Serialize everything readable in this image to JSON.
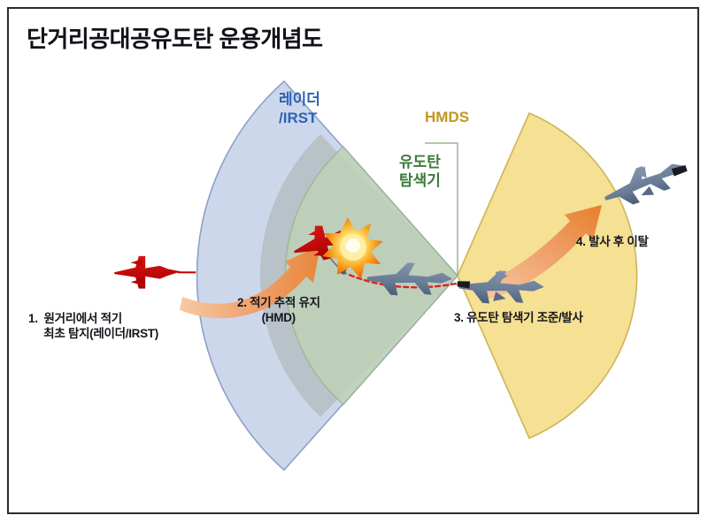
{
  "title": "단거리공대공유도탄 운용개념도",
  "sector_labels": {
    "radar": "레이더\n/IRST",
    "hmds": "HMDS",
    "seeker": "유도탄\n탐색기"
  },
  "steps": [
    {
      "id": 1,
      "text": "1.  원거리에서 적기\n     최초 탐지(레이더/IRST)"
    },
    {
      "id": 2,
      "text": "2. 적기 추적 유지\n        (HMD)"
    },
    {
      "id": 3,
      "text": "3. 유도탄 탐색기 조준/발사"
    },
    {
      "id": 4,
      "text": "4. 발사 후 이탈"
    }
  ],
  "colors": {
    "radar_fill": "#CBD5EC",
    "radar_stroke": "#8A9BC4",
    "hmds_fill": "#F5DE8C",
    "hmds_stroke": "#CBAE4A",
    "seeker_fill": "#CCDCC4",
    "seeker_stroke": "#9BB494",
    "gray_fill": "#B9BDB2",
    "enemy_aircraft": "#C00000",
    "friendly_aircraft": "#6B7E96",
    "arrow_orange": "#E8863C",
    "trajectory_red": "#E02020",
    "trajectory_gray": "#7A7A7A",
    "explosion_outer": "#F28411",
    "explosion_inner": "#FFE47A",
    "frame_border": "#2B2B33",
    "title_text": "#111118",
    "radar_text": "#2C63B5",
    "hmds_text": "#C49520",
    "seeker_text": "#3C7A3C"
  },
  "graphics": {
    "enemy_aircraft_far": "red-fighter-icon",
    "enemy_aircraft_hit": "red-fighter-hit-icon",
    "friendly_aircraft_launch": "blue-stealth-fighter-icon",
    "friendly_aircraft_egress": "blue-stealth-fighter-icon",
    "explosion": "explosion-icon",
    "detection_arrow": "curved-orange-arrow",
    "egress_arrow": "curved-orange-arrow",
    "missile_track": "dashed-red-trajectory"
  }
}
